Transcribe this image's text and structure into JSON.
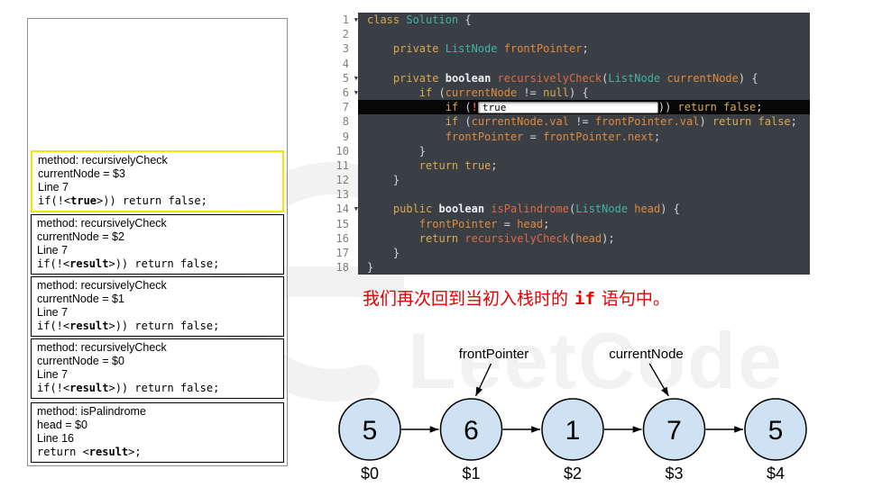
{
  "colors": {
    "caption": "#e60000",
    "node_fill": "#cfe2f3",
    "frame_highlight_border": "#f2e40c",
    "editor_background": "#3a3f45",
    "highlight_row_background": "#070707"
  },
  "watermark": {
    "text": "LeetCode"
  },
  "stack": {
    "frames": [
      {
        "current": true,
        "method": "method: recursivelyCheck",
        "variable": "currentNode = $3",
        "line": "Line 7",
        "code": [
          [
            "p",
            "if(!<"
          ],
          [
            "b",
            "true"
          ],
          [
            "p",
            ">)) return false;"
          ]
        ]
      },
      {
        "current": false,
        "method": "method: recursivelyCheck",
        "variable": "currentNode = $2",
        "line": "Line 7",
        "code": [
          [
            "p",
            "if(!<"
          ],
          [
            "b",
            "result"
          ],
          [
            "p",
            ">)) return false;"
          ]
        ]
      },
      {
        "current": false,
        "method": "method: recursivelyCheck",
        "variable": "currentNode = $1",
        "line": "Line 7",
        "code": [
          [
            "p",
            "if(!<"
          ],
          [
            "b",
            "result"
          ],
          [
            "p",
            ">)) return false;"
          ]
        ]
      },
      {
        "current": false,
        "method": "method: recursivelyCheck",
        "variable": "currentNode = $0",
        "line": "Line 7",
        "code": [
          [
            "p",
            "if(!<"
          ],
          [
            "b",
            "result"
          ],
          [
            "p",
            ">)) return false;"
          ]
        ]
      },
      {
        "current": false,
        "method": "method: isPalindrome",
        "variable": "head = $0",
        "line": "Line 16",
        "code": [
          [
            "p",
            "return <"
          ],
          [
            "b",
            "result"
          ],
          [
            "p",
            ">;"
          ]
        ]
      }
    ]
  },
  "editor": {
    "fold_icon": "▼",
    "lines": [
      {
        "n": 1,
        "fold": true,
        "toks": [
          [
            "k",
            "class"
          ],
          [
            "p",
            " "
          ],
          [
            "t",
            "Solution"
          ],
          [
            "p",
            " {"
          ]
        ]
      },
      {
        "n": 2,
        "toks": []
      },
      {
        "n": 3,
        "toks": [
          [
            "p",
            "    "
          ],
          [
            "k",
            "private"
          ],
          [
            "p",
            " "
          ],
          [
            "t",
            "ListNode"
          ],
          [
            "p",
            " "
          ],
          [
            "v",
            "frontPointer"
          ],
          [
            "p",
            ";"
          ]
        ]
      },
      {
        "n": 4,
        "toks": []
      },
      {
        "n": 5,
        "fold": true,
        "toks": [
          [
            "p",
            "    "
          ],
          [
            "k",
            "private"
          ],
          [
            "p",
            " "
          ],
          [
            "b",
            "boolean"
          ],
          [
            "p",
            " "
          ],
          [
            "m",
            "recursivelyCheck"
          ],
          [
            "p",
            "("
          ],
          [
            "t",
            "ListNode"
          ],
          [
            "p",
            " "
          ],
          [
            "v",
            "currentNode"
          ],
          [
            "p",
            ") {"
          ]
        ]
      },
      {
        "n": 6,
        "fold": true,
        "toks": [
          [
            "p",
            "        "
          ],
          [
            "k",
            "if"
          ],
          [
            "p",
            " ("
          ],
          [
            "v",
            "currentNode"
          ],
          [
            "p",
            " != "
          ],
          [
            "k",
            "null"
          ],
          [
            "p",
            ") {"
          ]
        ]
      },
      {
        "n": 7,
        "highlight": true,
        "toks": [
          [
            "p",
            "            "
          ],
          [
            "k",
            "if"
          ],
          [
            "p",
            " ("
          ],
          [
            "x",
            "!"
          ],
          [
            "input",
            "true"
          ],
          [
            "p",
            ")) "
          ],
          [
            "k",
            "return"
          ],
          [
            "p",
            " "
          ],
          [
            "k",
            "false"
          ],
          [
            "p",
            ";"
          ]
        ]
      },
      {
        "n": 8,
        "toks": [
          [
            "p",
            "            "
          ],
          [
            "k",
            "if"
          ],
          [
            "p",
            " ("
          ],
          [
            "v",
            "currentNode.val"
          ],
          [
            "p",
            " != "
          ],
          [
            "v",
            "frontPointer.val"
          ],
          [
            "p",
            ") "
          ],
          [
            "k",
            "return"
          ],
          [
            "p",
            " "
          ],
          [
            "k",
            "false"
          ],
          [
            "p",
            ";"
          ]
        ]
      },
      {
        "n": 9,
        "toks": [
          [
            "p",
            "            "
          ],
          [
            "v",
            "frontPointer"
          ],
          [
            "p",
            " = "
          ],
          [
            "v",
            "frontPointer.next"
          ],
          [
            "p",
            ";"
          ]
        ]
      },
      {
        "n": 10,
        "toks": [
          [
            "p",
            "        }"
          ]
        ]
      },
      {
        "n": 11,
        "toks": [
          [
            "p",
            "        "
          ],
          [
            "k",
            "return"
          ],
          [
            "p",
            " "
          ],
          [
            "k",
            "true"
          ],
          [
            "p",
            ";"
          ]
        ]
      },
      {
        "n": 12,
        "toks": [
          [
            "p",
            "    }"
          ]
        ]
      },
      {
        "n": 13,
        "toks": []
      },
      {
        "n": 14,
        "fold": true,
        "toks": [
          [
            "p",
            "    "
          ],
          [
            "k",
            "public"
          ],
          [
            "p",
            " "
          ],
          [
            "b",
            "boolean"
          ],
          [
            "p",
            " "
          ],
          [
            "m",
            "isPalindrome"
          ],
          [
            "p",
            "("
          ],
          [
            "t",
            "ListNode"
          ],
          [
            "p",
            " "
          ],
          [
            "v",
            "head"
          ],
          [
            "p",
            ") {"
          ]
        ]
      },
      {
        "n": 15,
        "toks": [
          [
            "p",
            "        "
          ],
          [
            "v",
            "frontPointer"
          ],
          [
            "p",
            " = "
          ],
          [
            "v",
            "head"
          ],
          [
            "p",
            ";"
          ]
        ]
      },
      {
        "n": 16,
        "toks": [
          [
            "p",
            "        "
          ],
          [
            "k",
            "return"
          ],
          [
            "p",
            " "
          ],
          [
            "m",
            "recursivelyCheck"
          ],
          [
            "p",
            "("
          ],
          [
            "v",
            "head"
          ],
          [
            "p",
            ");"
          ]
        ]
      },
      {
        "n": 17,
        "toks": [
          [
            "p",
            "    }"
          ]
        ]
      },
      {
        "n": 18,
        "toks": [
          [
            "p",
            "}"
          ]
        ]
      }
    ]
  },
  "caption": {
    "pre": "我们再次回到当初入栈时的",
    "code": "if",
    "post": "语句中。"
  },
  "linked_list": {
    "values": [
      "5",
      "6",
      "1",
      "7",
      "5"
    ],
    "labels": [
      "$0",
      "$1",
      "$2",
      "$3",
      "$4"
    ],
    "pointers": [
      {
        "label": "frontPointer",
        "node_index": 1,
        "label_dx": 25
      },
      {
        "label": "currentNode",
        "node_index": 3,
        "label_dx": -31
      }
    ]
  }
}
